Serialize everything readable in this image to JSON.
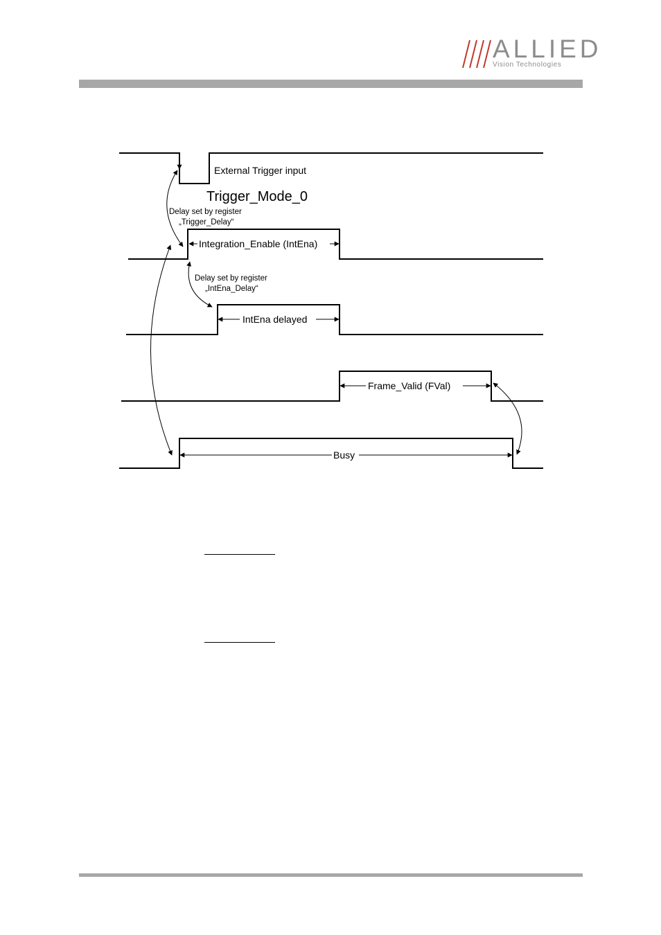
{
  "logo": {
    "brand": "ALLIED",
    "subtitle": "Vision Technologies",
    "color": "#8c8c8c",
    "accent": "#c0392b"
  },
  "diagram": {
    "title": "Trigger_Mode_0",
    "signals": {
      "external_trigger": "External Trigger input",
      "integration_enable": "Integration_Enable (IntEna)",
      "intena_delayed": "IntEna delayed",
      "frame_valid": "Frame_Valid (FVal)",
      "busy": "Busy"
    },
    "annotations": {
      "trigger_delay_line1": "Delay set by register",
      "trigger_delay_line2": "„Trigger_Delay“",
      "intena_delay_line1": "Delay set by register",
      "intena_delay_line2": "„IntEna_Delay“"
    }
  },
  "colors": {
    "bars": "#a7a7a7",
    "line": "#000000"
  }
}
